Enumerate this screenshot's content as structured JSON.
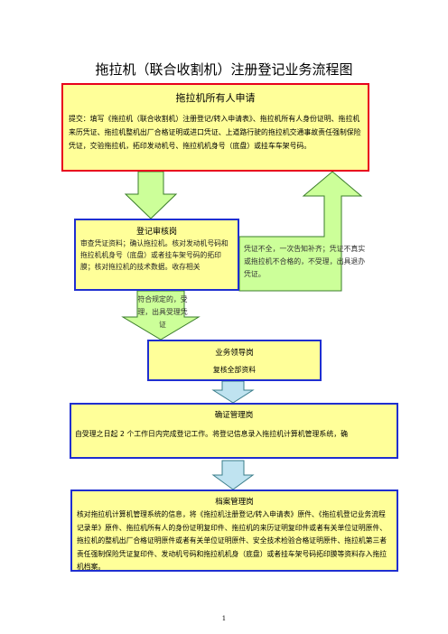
{
  "title": "拖拉机（联合收割机）注册登记业务流程图",
  "applicant": {
    "heading": "拖拉机所有人申请",
    "text": "提交：填写《拖拉机（联合收割机）注册登记/转入申请表》、拖拉机所有人身份证明、拖拉机来历凭证、拖拉机整机出厂合格证明或进口凭证、上道路行驶的拖拉机交通事故责任强制保险凭证，交验拖拉机，拓印发动机号、拖拉机机身号（底盘）或挂车车架号码。"
  },
  "review": {
    "heading": "登记审核岗",
    "text": "审查凭证资料；确认拖拉机。核对发动机号码和拖拉机机身号（底盘）或者挂车架号码的拓印膜；核对拖拉机的技术数据。收存相关"
  },
  "incomplete_note": "凭证不全，一次告知补齐；凭证不真实或拖拉机不合格的，不受理，出具退办凭证。",
  "accept_note": "符合规定的，受理，出具受理凭证",
  "leader": {
    "heading": "业务领导岗",
    "text": "复核全部资料"
  },
  "certificate": {
    "heading": "确证管理岗",
    "text": "自受理之日起 2 个工作日内完成登记工作。将登记信息录入拖拉机计算机管理系统，确"
  },
  "archive": {
    "heading": "档案管理岗",
    "text": "核对拖拉机计算机管理系统的信息，将《拖拉机注册登记/转入申请表》原件、《拖拉机登记业务流程记录单》原件、拖拉机所有人的身份证明复印件、拖拉机的来历证明复印件或者有关单位证明原件、拖拉机的整机出厂合格证明原件或者有关单位证明原件、安全技术检验合格证明原件、拖拉机第三者责任强制保险凭证复印件、发动机号码和拖拉机机身（底盘）或者挂车架号码拓印膜等资料存入拖拉机档案。"
  },
  "page_number": "1",
  "colors": {
    "box_fill": "#ffff99",
    "applicant_border": "#e8001c",
    "step_border": "#1f2fd0",
    "arrow_fill": "#ccff99",
    "arrow_stroke": "#3a7d2a",
    "small_arrow_fill": "#bfe3f0"
  }
}
